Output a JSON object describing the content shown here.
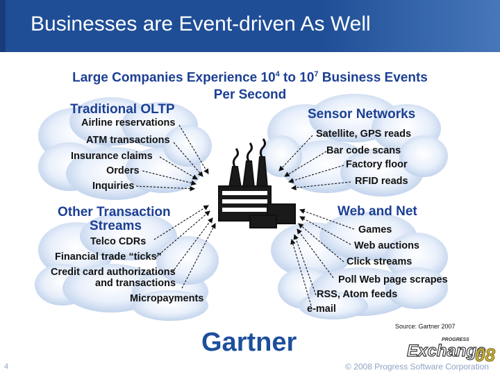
{
  "title": "Businesses are Event-driven As Well",
  "subtitle": {
    "line1_a": "Large Companies Experience 10",
    "exp1": "4",
    "line1_b": " to 10",
    "exp2": "7",
    "line1_c": " Business Events",
    "line2": "Per Second"
  },
  "categories": {
    "oltp": "Traditional OLTP",
    "sensor": "Sensor Networks",
    "other_l1": "Other Transaction",
    "other_l2": "Streams",
    "web": "Web and Net"
  },
  "oltp_items": [
    "Airline reservations",
    "ATM transactions",
    "Insurance claims",
    "Orders",
    "Inquiries"
  ],
  "sensor_items": [
    "Satellite, GPS reads",
    "Bar code scans",
    "Factory floor",
    "RFID reads"
  ],
  "other_items": [
    "Telco CDRs",
    "Financial trade “ticks”",
    "Credit card authorizations",
    "and transactions",
    "Micropayments"
  ],
  "web_items": [
    "Games",
    "Web auctions",
    "Click streams",
    "Poll Web page scrapes",
    "RSS, Atom feeds",
    "e-mail"
  ],
  "source": "Source: Gartner 2007",
  "logo": "Gartner",
  "page_number": "4",
  "copyright": "© 2008 Progress Software Corporation",
  "exchange_logo": {
    "top": "PROGRESS",
    "main": "Exchange",
    "year": "08"
  },
  "colors": {
    "header": "#1f4e96",
    "category_text": "#1c3f94",
    "cloud": "#c9d9f2"
  }
}
